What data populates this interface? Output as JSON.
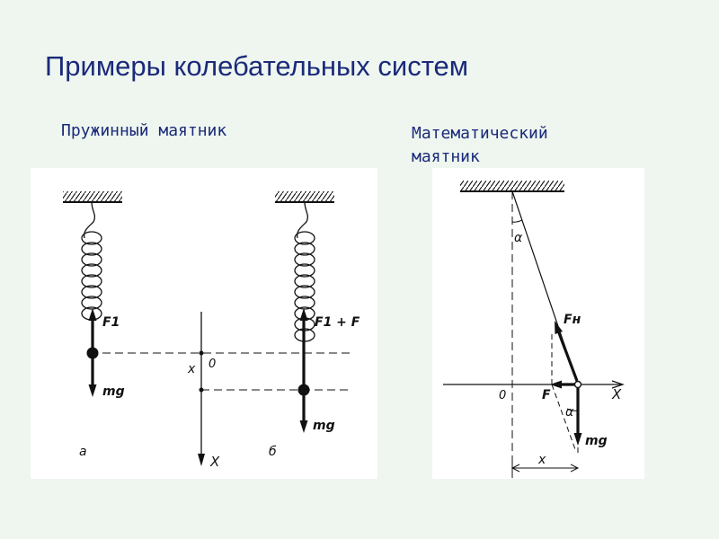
{
  "title": "Примеры колебательных систем",
  "captions": {
    "spring": "Пружинный маятник",
    "math_line1": "Математический",
    "math_line2": "маятник"
  },
  "spring_diagram": {
    "force_up_a": "F1",
    "force_up_b": "F1 + F",
    "weight_a": "mg",
    "weight_b": "mg",
    "axis_x_label": "x",
    "axis_origin": "0",
    "axis_end": "X",
    "sub_a": "а",
    "sub_b": "б"
  },
  "math_diagram": {
    "angle_top": "α",
    "angle_bottom": "α",
    "tension": "Fн",
    "restoring": "F",
    "weight": "mg",
    "origin": "0",
    "axis_end": "X",
    "displacement": "x"
  }
}
